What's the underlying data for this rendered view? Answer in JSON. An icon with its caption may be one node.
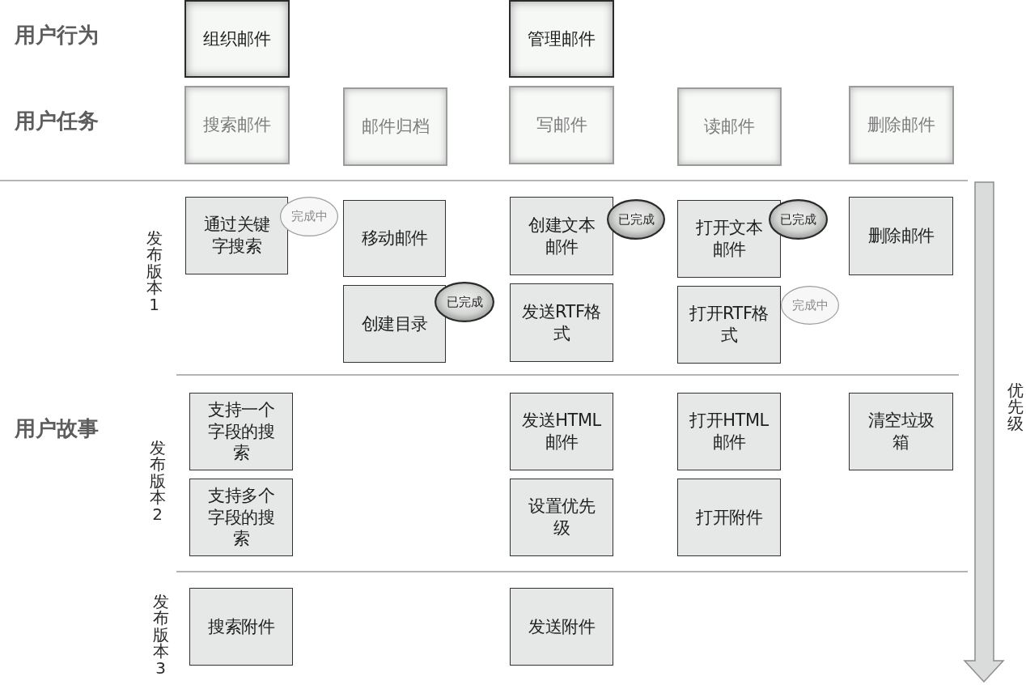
{
  "diagram": {
    "nodes": [
      {
        "text": [
          "组织邮件"
        ]
      },
      {
        "text": [
          "管理邮件"
        ]
      },
      {
        "text": [
          "搜索邮件"
        ]
      },
      {
        "text": [
          "邮件归档"
        ]
      },
      {
        "text": [
          "写邮件"
        ]
      },
      {
        "text": [
          "读邮件"
        ]
      },
      {
        "text": [
          "删除邮件"
        ]
      },
      {
        "text": [
          "通过关键字搜索"
        ]
      },
      {
        "text": [
          "完成中"
        ]
      },
      {
        "text": [
          "移动邮件"
        ]
      },
      {
        "text": [
          "创建文本邮件"
        ]
      },
      {
        "text": [
          "已完成"
        ]
      },
      {
        "text": [
          "打开文本邮件"
        ]
      },
      {
        "text": [
          "已完成"
        ]
      },
      {
        "text": [
          "删除邮件"
        ]
      },
      {
        "text": [
          "创建目录"
        ]
      },
      {
        "text": [
          "已完成"
        ]
      },
      {
        "text": [
          "发送RTF格式"
        ]
      },
      {
        "text": [
          "打开RTF格式"
        ]
      },
      {
        "text": [
          "完成中"
        ]
      },
      {
        "text": [
          "支持一个字段的搜索"
        ]
      },
      {
        "text": [
          "发送HTML邮件"
        ]
      },
      {
        "text": [
          "打开HTML邮件"
        ]
      },
      {
        "text": [
          "清空垃圾箱"
        ]
      },
      {
        "text": [
          "支持多个字段的搜索"
        ]
      },
      {
        "text": [
          "设置优先级"
        ]
      },
      {
        "text": [
          "打开附件"
        ]
      },
      {
        "text": [
          "搜索附件"
        ]
      },
      {
        "text": [
          "发送附件"
        ]
      }
    ],
    "labels": [
      "用户行为",
      "用户任务",
      "用户故事",
      "发布版本1",
      "发布版本2",
      "发布版本3",
      "优先级"
    ]
  }
}
